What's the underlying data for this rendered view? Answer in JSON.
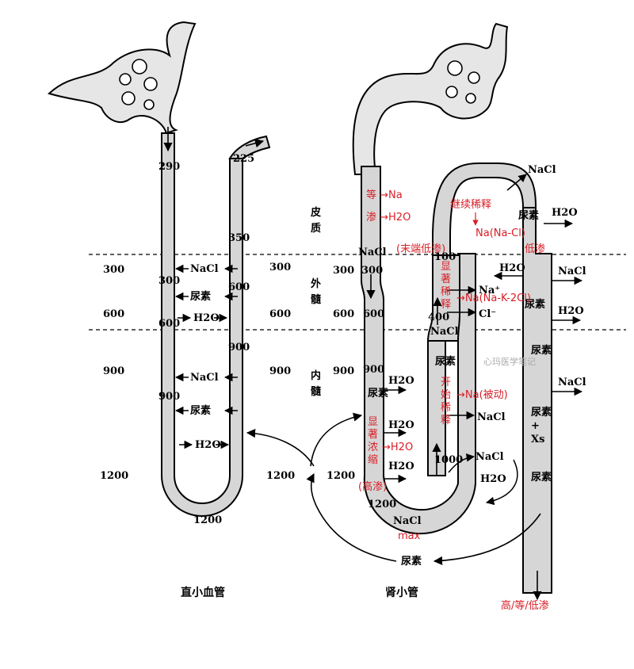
{
  "zones": {
    "cortex": "皮\n质",
    "outer_medulla": "外\n髓",
    "inner_medulla": "内\n髓"
  },
  "osmolarity_levels": {
    "l300": "300",
    "l600": "600",
    "l900": "900",
    "l1200": "1200"
  },
  "vasa_recta": {
    "caption": "直小血管",
    "desc_values": {
      "v290": "290",
      "v300": "300",
      "v600": "600",
      "v900": "900"
    },
    "asc_values": {
      "v225": "225",
      "v350": "350",
      "v600": "600",
      "v900": "900"
    },
    "bottom_value": "1200",
    "labels": {
      "nacl_1": "NaCl",
      "urea_1": "尿素",
      "h2o_1": "H2O",
      "nacl_2": "NaCl",
      "urea_2": "尿素",
      "h2o_2": "H2O"
    }
  },
  "nephron": {
    "caption": "肾小管",
    "desc_values": {
      "nacl_top": "NaCl",
      "v300": "300",
      "v600": "600",
      "v900": "900",
      "v1200": "1200"
    },
    "asc_values": {
      "v100": "100",
      "v400": "400",
      "v1000": "1000"
    },
    "labels": {
      "nacl_cortex": "NaCl",
      "h2o_cortex": "H2O",
      "urea_cd_1": "尿素",
      "h2o_outer": "H2O",
      "nacl_outer": "NaCl",
      "na_plus": "Na⁺",
      "cl_minus": "Cl⁻",
      "nacl_thick": "NaCl",
      "urea_cd_2": "尿素",
      "h2o_outer_2": "H2O",
      "h2o_d1": "H2O",
      "urea_desc": "尿素",
      "h2o_d2": "H2O",
      "h2o_d3": "H2O",
      "urea_thin": "尿素",
      "nacl_thin": "NaCl",
      "nacl_bottom_asc": "NaCl",
      "h2o_bottom": "H2O",
      "urea_cd_3": "尿素",
      "nacl_cd": "NaCl",
      "urea_xs": "尿素\n+\nXs",
      "urea_cd_4": "尿素",
      "nacl_loop": "NaCl",
      "urea_recycle": "尿素"
    }
  },
  "annotations": {
    "iso": "等 →Na",
    "perm": "渗 →H2O",
    "continue": "继续稀释",
    "na_nacl": "Na(Na-Cl)",
    "low_perm": "低渗",
    "end_low": "(末端低渗)",
    "sig_dil": "显\n著\n稀\n释",
    "na_nk2cl": "→Na(Na-K-2Cl)",
    "start_dil": "开\n始\n稀\n释",
    "na_passive": "→Na(被动)",
    "sig_conc": "显\n著\n浓\n缩",
    "h2o_red": "→H2O",
    "high_perm": "(高渗)",
    "max": "max",
    "final": "高/等/低渗"
  },
  "watermark": "心玛医学笔记",
  "colors": {
    "tube_fill": "#d6d6d6",
    "annotation": "#d81e26"
  }
}
